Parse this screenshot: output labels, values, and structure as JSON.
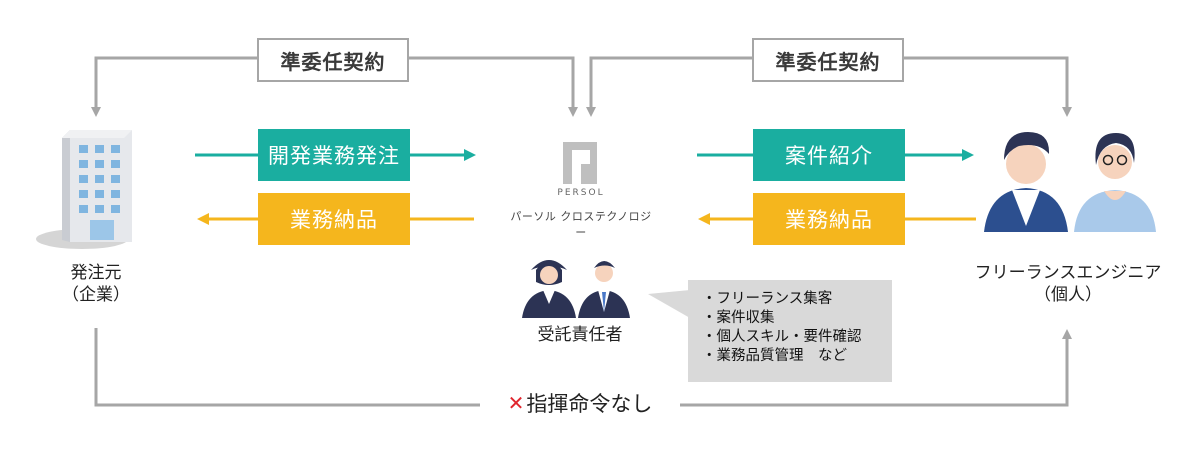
{
  "contracts": {
    "left_label": "準委任契約",
    "right_label": "準委任契約"
  },
  "flows": {
    "left_order": "開発業務発注",
    "left_delivery": "業務納品",
    "right_introduce": "案件紹介",
    "right_delivery": "業務納品"
  },
  "parties": {
    "client_line1": "発注元",
    "client_line2": "（企業）",
    "engineer_line1": "フリーランスエンジニア",
    "engineer_line2": "（個人）",
    "trustee": "受託責任者"
  },
  "brand": {
    "wordmark": "PERSOL",
    "name": "パーソル クロステクノロジー"
  },
  "duties": [
    "・フリーランス集客",
    "・案件収集",
    "・個人スキル・要件確認",
    "・業務品質管理　など"
  ],
  "no_command": {
    "mark": "✕",
    "text": "指揮命令なし"
  },
  "colors": {
    "teal": "#1aaea0",
    "gold": "#f5b61d",
    "gray_line": "#a6a6a6",
    "red_mark": "#e0262e",
    "bubble": "#d9d9d9"
  }
}
